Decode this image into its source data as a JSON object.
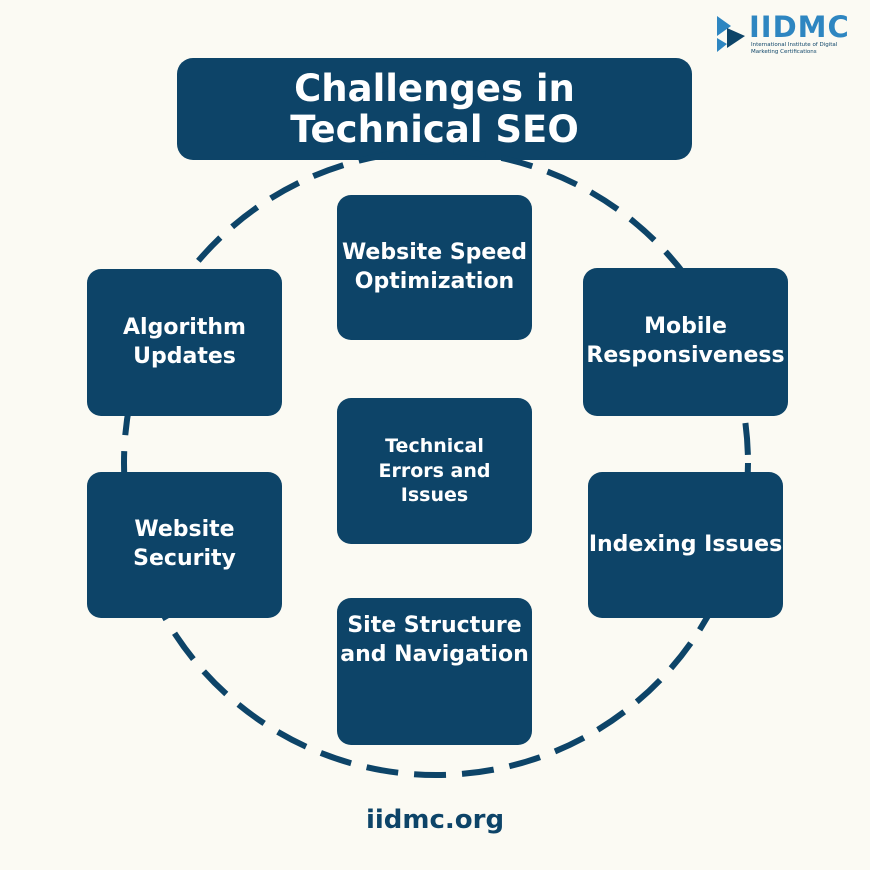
{
  "title": "Challenges in Technical SEO",
  "brand": {
    "name": "IIDMC",
    "tagline": "International Institute of Digital Marketing Certifications"
  },
  "nodes": {
    "top": "Website Speed Optimization",
    "top_right": "Mobile Responsiveness",
    "bottom_right": "Indexing Issues",
    "bottom": "Site Structure and Navigation",
    "bottom_left": "Website Security",
    "top_left": "Algorithm Updates",
    "center": "Technical Errors and Issues"
  },
  "footer_url": "iidmc.org",
  "colors": {
    "background": "#fbfaf3",
    "box": "#0d4468",
    "box_text": "#ffffff",
    "brand_accent": "#2e86c1"
  }
}
